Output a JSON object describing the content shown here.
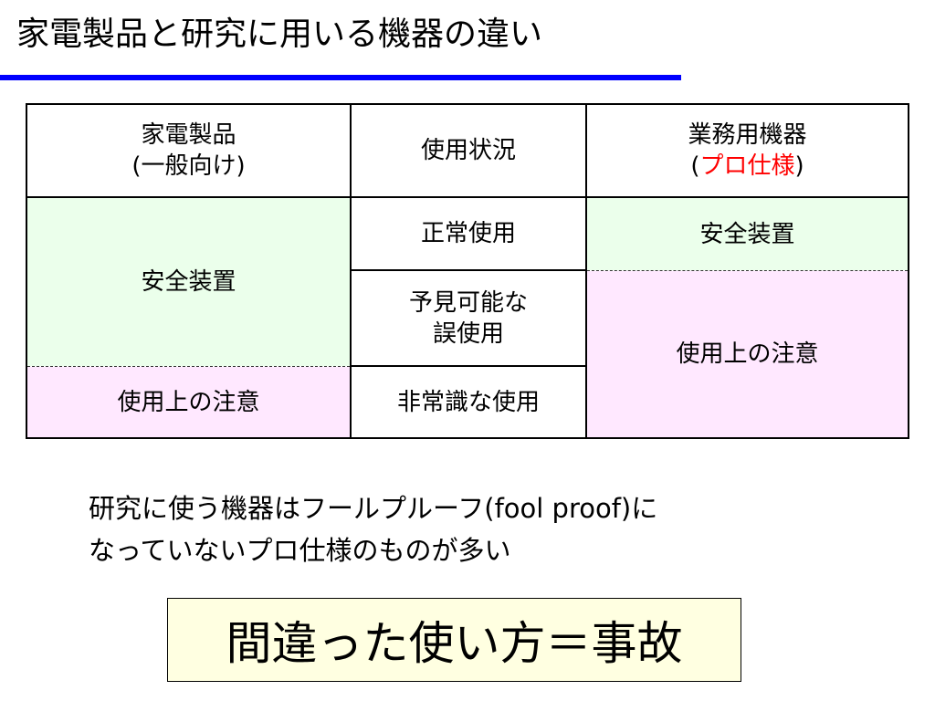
{
  "title": "家電製品と研究に用いる機器の違い",
  "colors": {
    "title_rule": "#0000ff",
    "safety_bg": "#ebffeb",
    "caution_bg": "#ffe8ff",
    "highlight": "#ff0000",
    "conclusion_bg": "#ffffe1"
  },
  "table": {
    "headers": {
      "consumer_line1": "家電製品",
      "consumer_line2_open": "(",
      "consumer_line2_text": "一般向け",
      "consumer_line2_close": ")",
      "situation": "使用状況",
      "pro_line1": "業務用機器",
      "pro_line2_open": "(",
      "pro_line2_highlight": "プロ仕様",
      "pro_line2_close": ")"
    },
    "consumer": {
      "safety": "安全装置",
      "caution": "使用上の注意"
    },
    "situations": {
      "normal": "正常使用",
      "foreseeable_line1": "予見可能な",
      "foreseeable_line2": "誤使用",
      "abnormal": "非常識な使用"
    },
    "pro": {
      "safety": "安全装置",
      "caution": "使用上の注意"
    }
  },
  "note": {
    "line1": "研究に使う機器はフールプルーフ(fool proof)に",
    "line2": "なっていないプロ仕様のものが多い"
  },
  "conclusion": "間違った使い方＝事故"
}
